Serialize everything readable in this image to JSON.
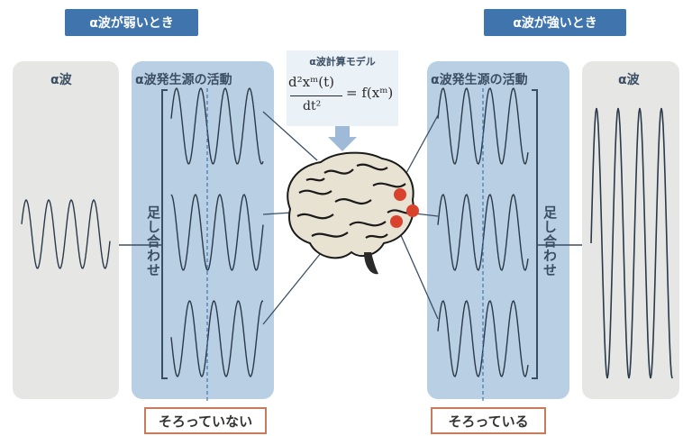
{
  "headers": {
    "left": "α波が弱いとき",
    "right": "α波が強いとき"
  },
  "panels": {
    "left_alpha_title": "α波",
    "left_source_title": "α波発生源の活動",
    "right_source_title": "α波発生源の活動",
    "right_alpha_title": "α波",
    "left_sum_label": "足し合わせ",
    "right_sum_label": "足し合わせ"
  },
  "model": {
    "title": "α波計算モデル",
    "eq_numerator": "d²xᵐ(t)",
    "eq_denominator": "dt²",
    "eq_rhs": "= f(xᵐ)"
  },
  "bottom_labels": {
    "left": "そろっていない",
    "right": "そろっている"
  },
  "colors": {
    "header_bg": "#3f74ad",
    "source_panel": "#b8cfe4",
    "alpha_panel": "#e6e6e4",
    "label_border": "#c87a5a",
    "activity_dot": "#d9432e"
  }
}
